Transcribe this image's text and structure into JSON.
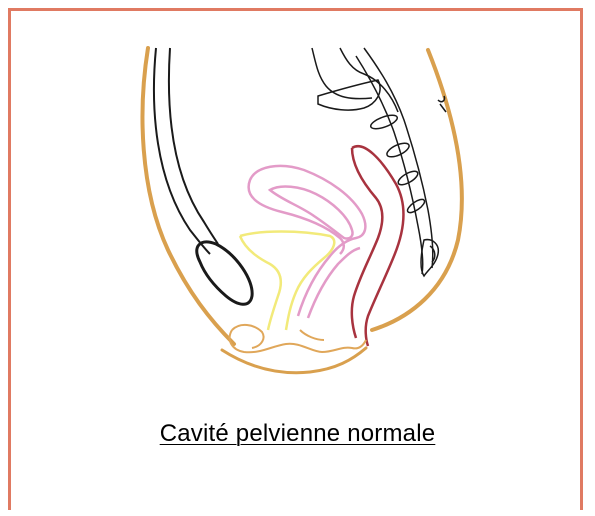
{
  "caption": "Cavité pelvienne normale",
  "colors": {
    "frame": "#e07a62",
    "skin_outline": "#d9a04e",
    "bladder": "#f2ea7a",
    "uterus": "#e39bc8",
    "rectum": "#a8333f",
    "bone": "#1a1a1a",
    "perineum": "#e0a75a"
  },
  "parts": [
    "pubic-bone",
    "bladder",
    "uterus",
    "rectum",
    "sacrum-coccyx",
    "perineum",
    "abdominal-wall",
    "back-wall"
  ]
}
